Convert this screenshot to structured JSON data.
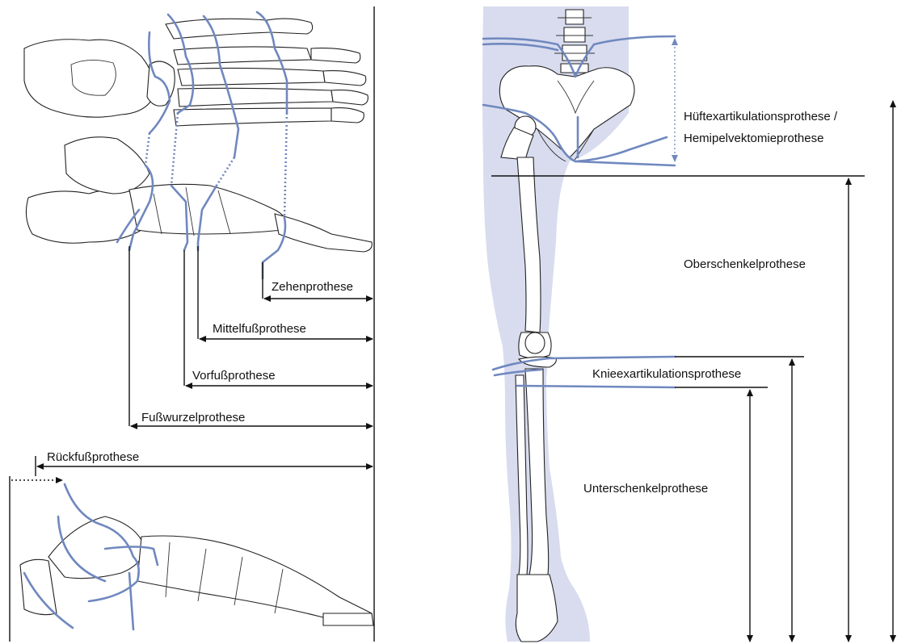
{
  "foot_labels": {
    "toe": "Zehenprothese",
    "midfoot": "Mittelfußprothese",
    "forefoot": "Vorfußprothese",
    "tarsal": "Fußwurzelprothese",
    "hindfoot": "Rückfußprothese"
  },
  "leg_labels": {
    "hip_line1": "Hüftexartikulationsprothese /",
    "hip_line2": "Hemipelvektomieprothese",
    "thigh": "Oberschenkelprothese",
    "knee": "Knieexartikulationsprothese",
    "shank": "Unterschenkelprothese"
  },
  "colors": {
    "amputation_line": "#7088bf",
    "body_fill": "#d8dcee",
    "ink": "#111111"
  }
}
